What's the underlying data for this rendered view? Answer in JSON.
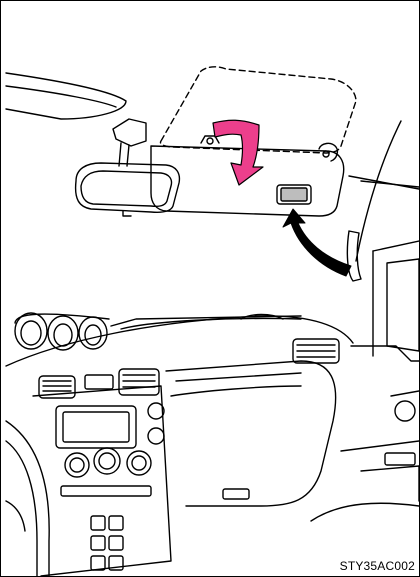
{
  "figure": {
    "code": "STY35AC002"
  },
  "colors": {
    "line": "#000000",
    "background": "#ffffff",
    "arrow_fill": "#ec3f8c",
    "mirror_fill": "#bdbdbd"
  },
  "icons": {
    "visor_arrow": "curved-down-arrow",
    "mirror_arrow": "curved-pointer-arrow"
  }
}
